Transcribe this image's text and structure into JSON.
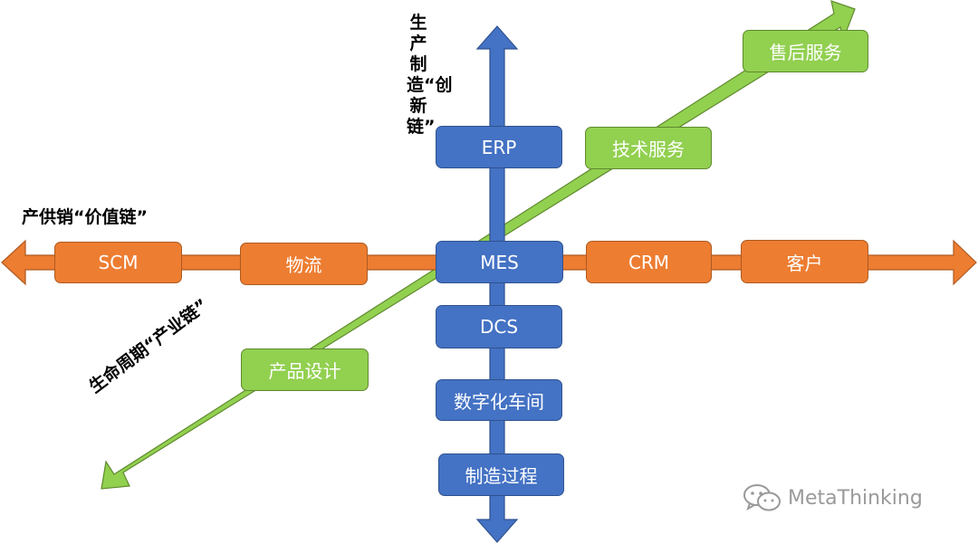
{
  "axes": {
    "horizontal_label": "产供销“价值链”",
    "vertical_label": "生产制造“创新链”",
    "diagonal_label": "生命周期“产业链”"
  },
  "horizontal_boxes": [
    "SCM",
    "物流",
    "MES",
    "CRM",
    "客户"
  ],
  "vertical_boxes": [
    "ERP",
    "DCS",
    "数字化车间",
    "制造过程"
  ],
  "diagonal_boxes": [
    "产品设计",
    "技术服务",
    "售后服务"
  ],
  "watermark": "MetaThinking",
  "colors": {
    "orange": "#ed7d31",
    "blue": "#4472c4",
    "green": "#92d050"
  }
}
